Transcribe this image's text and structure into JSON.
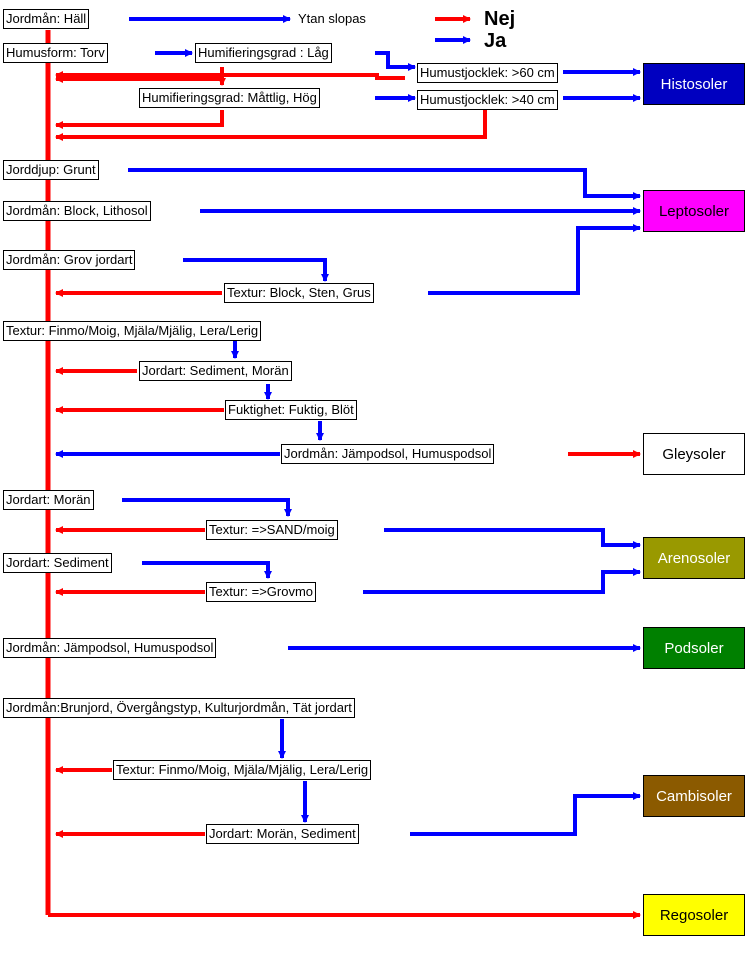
{
  "legend": {
    "no": "Nej",
    "yes": "Ja",
    "no_color": "#ff0000",
    "yes_color": "#0000ff"
  },
  "nodes": {
    "hall": "Jordmån: Häll",
    "ytan": "Ytan slopas",
    "humusform": "Humusform: Torv",
    "humif_lag": "Humifieringsgrad : Låg",
    "humus60": "Humustjocklek: >60 cm",
    "humif_mattlig": "Humifieringsgrad: Måttlig, Hög",
    "humus40": "Humustjocklek: >40 cm",
    "jorddjup": "Jorddjup: Grunt",
    "block": "Jordmån: Block, Lithosol",
    "grov": "Jordmån: Grov jordart",
    "textur_block": "Textur: Block, Sten, Grus",
    "textur_finmo": "Textur: Finmo/Moig, Mjäla/Mjälig, Lera/Lerig",
    "jordart_sed_moran": "Jordart: Sediment, Morän",
    "fuktighet": "Fuktighet: Fuktig, Blöt",
    "jampodsol1": "Jordmån: Jämpodsol, Humuspodsol",
    "jordart_moran": "Jordart: Morän",
    "textur_sand": "Textur: =>SAND/moig",
    "jordart_sediment": "Jordart: Sediment",
    "textur_grovmo": "Textur: =>Grovmo",
    "jampodsol2": "Jordmån: Jämpodsol, Humuspodsol",
    "brunjord": "Jordmån:Brunjord, Övergångstyp, Kulturjordmån, Tät jordart",
    "textur_finmo2": "Textur: Finmo/Moig, Mjäla/Mjälig, Lera/Lerig",
    "jordart_moran_sed": "Jordart: Morän, Sediment"
  },
  "results": {
    "histosoler": {
      "label": "Histosoler",
      "bg": "#0000c0",
      "fg": "#ffffff"
    },
    "leptosoler": {
      "label": "Leptosoler",
      "bg": "#ff00ff",
      "fg": "#000000"
    },
    "gleysoler": {
      "label": "Gleysoler",
      "bg": "#ffffff",
      "fg": "#000000"
    },
    "arenosoler": {
      "label": "Arenosoler",
      "bg": "#999900",
      "fg": "#ffffff"
    },
    "podsoler": {
      "label": "Podsoler",
      "bg": "#008000",
      "fg": "#ffffff"
    },
    "cambisoler": {
      "label": "Cambisoler",
      "bg": "#8b5a00",
      "fg": "#ffffff"
    },
    "regosoler": {
      "label": "Regosoler",
      "bg": "#ffff00",
      "fg": "#000000"
    }
  }
}
